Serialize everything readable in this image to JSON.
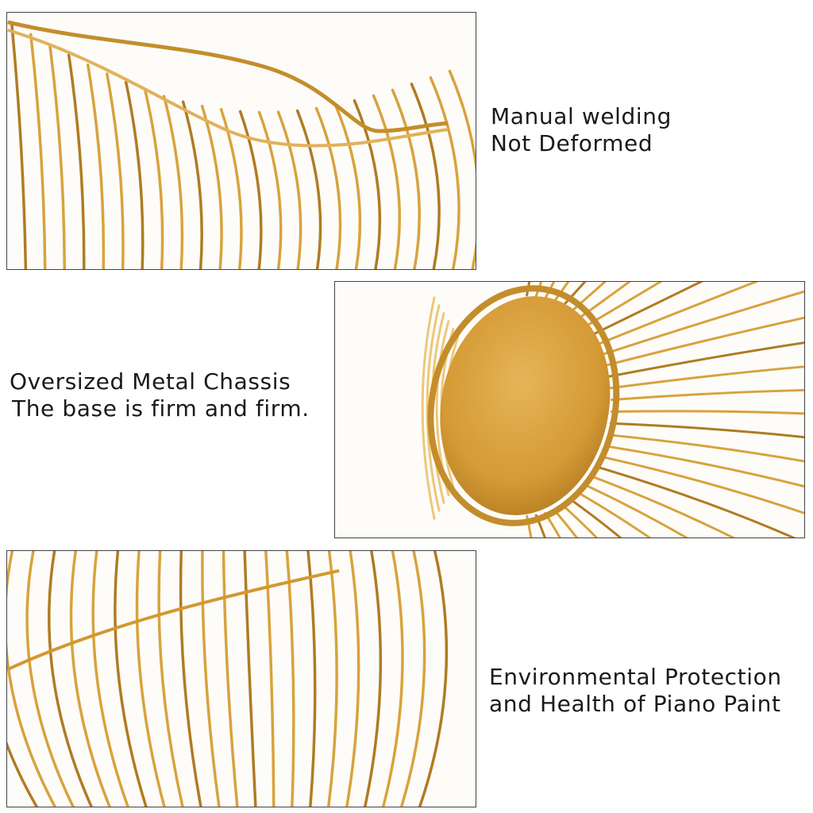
{
  "colors": {
    "gold": "#d8a23c",
    "gold_dark": "#b07b22",
    "gold_light": "#edc778",
    "text": "#1a1a1a",
    "frame": "#444444"
  },
  "captions": {
    "top": {
      "line1": "Manual welding",
      "line2": "Not Deformed"
    },
    "middle": {
      "line1": "Oversized Metal Chassis",
      "line2": "The base is firm and firm."
    },
    "bottom": {
      "line1": "Environmental Protection",
      "line2": "and Health of Piano Paint"
    }
  }
}
